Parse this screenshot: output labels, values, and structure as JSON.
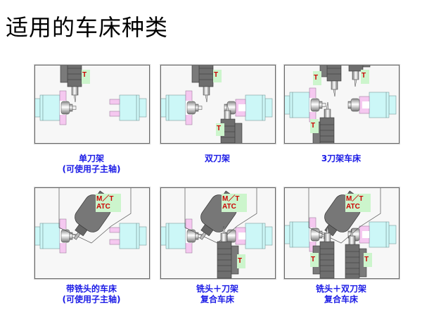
{
  "page": {
    "title": "适用的车床种类"
  },
  "panels": [
    {
      "caption_line1": "单刀架",
      "caption_line2": "(可使用子主轴)",
      "turret_labels": [
        "T"
      ]
    },
    {
      "caption_line1": "双刀架",
      "caption_line2": "",
      "turret_labels": [
        "T",
        "T"
      ]
    },
    {
      "caption_line1": "3刀架车床",
      "caption_line2": "",
      "turret_labels": [
        "T",
        "T",
        "T"
      ]
    },
    {
      "caption_line1": "带铣头的车床",
      "caption_line2": "(可使用子主轴)",
      "mill_label_top": "M／T",
      "mill_label_bottom": "ATC"
    },
    {
      "caption_line1": "铣头＋刀架",
      "caption_line2": "复合车床",
      "mill_label_top": "M／T",
      "mill_label_bottom": "ATC",
      "turret_labels": [
        "T"
      ]
    },
    {
      "caption_line1": "铣头＋双刀架",
      "caption_line2": "复合车床",
      "mill_label_top": "M／T",
      "mill_label_bottom": "ATC",
      "turret_labels": [
        "T",
        "T"
      ]
    }
  ],
  "colors": {
    "caption": "#1a1ae6",
    "label_red": "#cc0000",
    "label_bg": "#ccf5cc",
    "spindle_cyan": "#ccf7f7",
    "chuck_pink": "#f5c8f0",
    "turret_gray": "#6e6e6e"
  }
}
